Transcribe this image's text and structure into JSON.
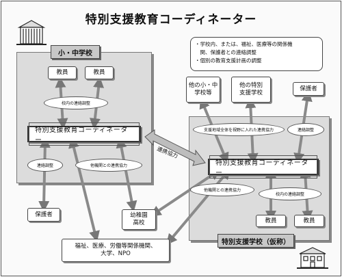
{
  "title": "特別支援教育コーディネーター",
  "school": {
    "header": "小・中学校",
    "teacher1": "教員",
    "teacher2": "教員",
    "liaison_inner": "校内の連絡調整",
    "coordinator": "特別支援教育コーディネーター",
    "contact_adjust": "連絡調整",
    "other_org": "他機関との連携協力",
    "guardian": "保護者"
  },
  "notes": [
    "・学校内、または、福祉、医療等の関係機",
    "　関、保護者との連絡調整",
    "・個別の教育支援計画の調整"
  ],
  "cooperation": "連携協力",
  "kindergarten": [
    "幼稚園",
    "高校"
  ],
  "welfare": [
    "福祉、医療、労働等関係機関、",
    "大学、NPO"
  ],
  "special": {
    "other_schools": [
      "他の小・中",
      "学校等"
    ],
    "other_special": [
      "他の特別",
      "支援学校"
    ],
    "guardian": "保護者",
    "regional": "支援地域全体を視野に入れた連携協力",
    "contact_adjust": "連絡調整",
    "coordinator": "特別支援教育コーディネーター",
    "other_org": "他機関との連携協力",
    "liaison_inner": "校内の連絡調整",
    "teacher1": "教員",
    "teacher2": "教員",
    "footer": "特別支援学校（仮称）"
  }
}
